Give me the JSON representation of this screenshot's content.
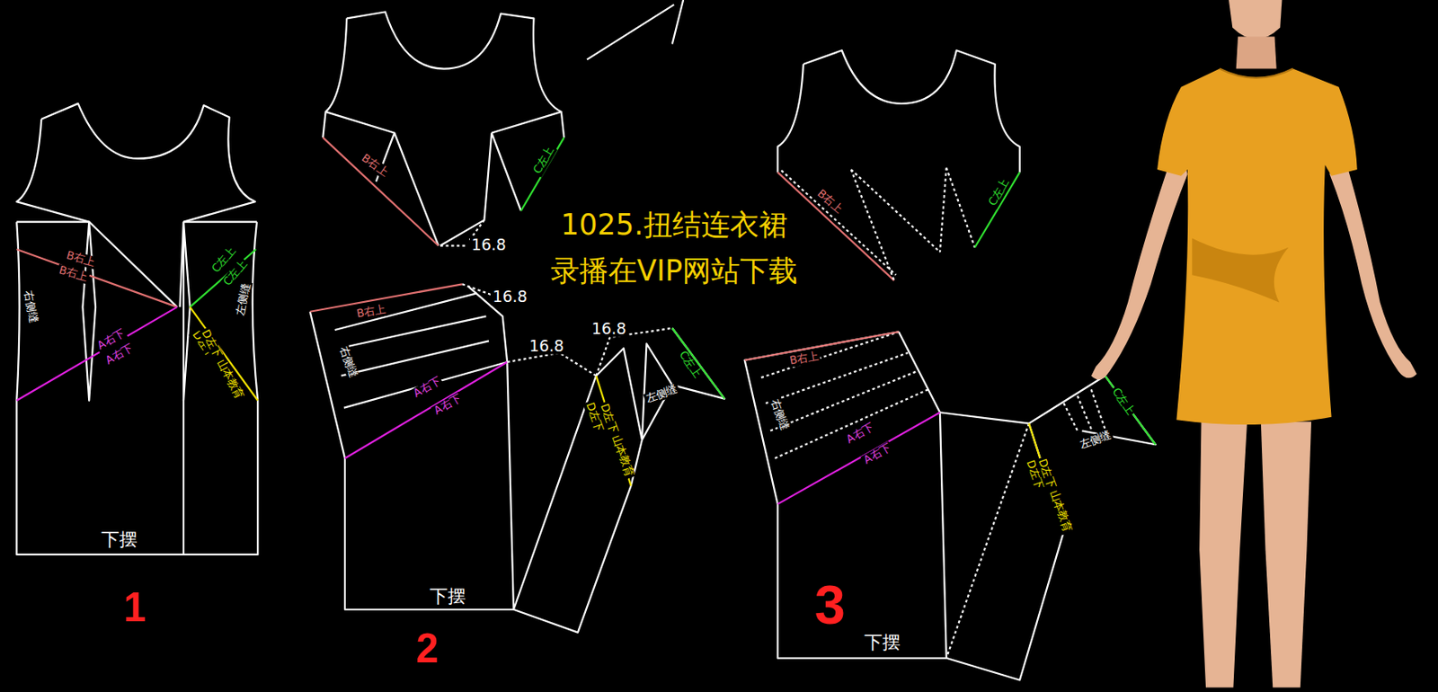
{
  "diagram": {
    "title": "1025.扭结连衣裙",
    "labels": [
      "录播在VIP网站下载",
      "B右上",
      "B右上",
      "右侧缝",
      "C左上",
      "C左上",
      "左侧缝",
      "A右下",
      "A右下",
      "D左下",
      "D左下 山本教育",
      "下摆",
      "1",
      "B右上",
      "C左上",
      "16.8",
      "16.8",
      "B右上",
      "右侧缝",
      "A右下",
      "A右下",
      "16.8",
      "16.8",
      "D左下",
      "D左下 山本教育",
      "左侧缝",
      "C左上",
      "下摆",
      "2",
      "B右上",
      "C左上",
      "B右上",
      "右侧缝",
      "A右下",
      "A右下",
      "D左下",
      "D左下 山本教育",
      "左侧缝",
      "C左上",
      "下摆",
      "3"
    ]
  }
}
